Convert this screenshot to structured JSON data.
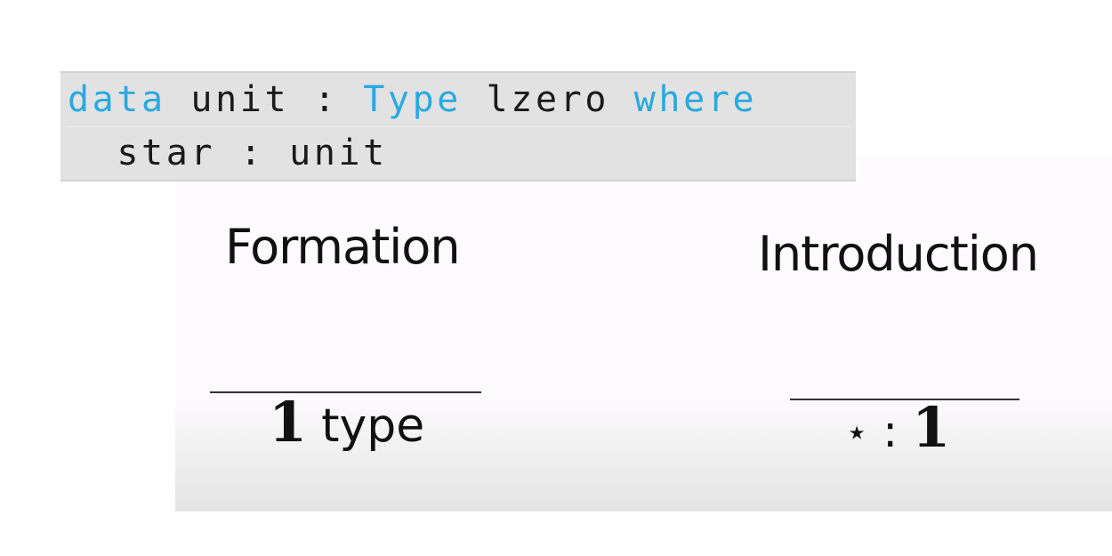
{
  "code": {
    "line1": {
      "tokens": [
        {
          "text": "data",
          "kind": "keyword"
        },
        {
          "text": " unit : ",
          "kind": "identifier"
        },
        {
          "text": "Type",
          "kind": "keyword"
        },
        {
          "text": " lzero ",
          "kind": "identifier"
        },
        {
          "text": "where",
          "kind": "keyword"
        }
      ]
    },
    "line2": {
      "text": "  star : unit"
    },
    "colors": {
      "keyword": "#2aa9e0",
      "identifier": "#1a1a1a",
      "background": "#e2e2e2"
    }
  },
  "rules": {
    "formation": {
      "heading": "Formation",
      "conclusion_symbol": "1",
      "conclusion_text": "type"
    },
    "introduction": {
      "heading": "Introduction",
      "term": "⋆",
      "colon": ":",
      "type_symbol": "1"
    }
  }
}
